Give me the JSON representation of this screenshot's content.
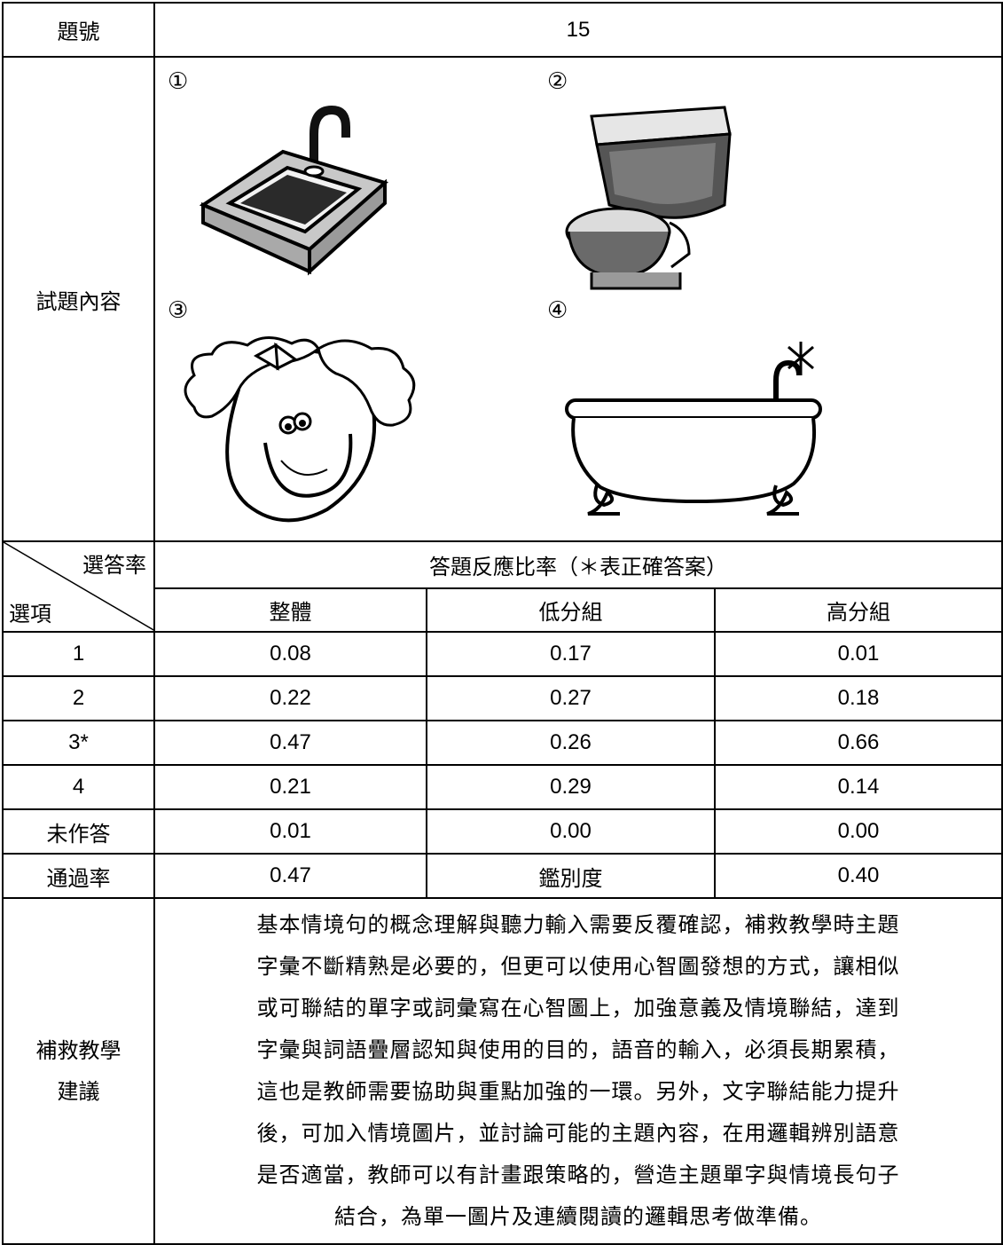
{
  "item": {
    "label": "題號",
    "value": "15"
  },
  "content": {
    "label": "試題內容",
    "options": [
      {
        "mark": "①",
        "icon": "sink-icon"
      },
      {
        "mark": "②",
        "icon": "toilet-icon"
      },
      {
        "mark": "③",
        "icon": "girl-face-icon"
      },
      {
        "mark": "④",
        "icon": "bathtub-icon"
      }
    ]
  },
  "stats": {
    "diag_top": "選答率",
    "diag_bottom": "選項",
    "header": "答題反應比率（＊表正確答案）",
    "columns": [
      "整體",
      "低分組",
      "高分組"
    ],
    "rows": [
      {
        "option": "1",
        "all": "0.08",
        "low": "0.17",
        "high": "0.01"
      },
      {
        "option": "2",
        "all": "0.22",
        "low": "0.27",
        "high": "0.18"
      },
      {
        "option": "3*",
        "all": "0.47",
        "low": "0.26",
        "high": "0.66"
      },
      {
        "option": "4",
        "all": "0.21",
        "low": "0.29",
        "high": "0.14"
      },
      {
        "option": "未作答",
        "all": "0.01",
        "low": "0.00",
        "high": "0.00"
      }
    ],
    "pass_row": {
      "label": "通過率",
      "pass_rate": "0.47",
      "disc_label": "鑑別度",
      "disc_value": "0.40"
    }
  },
  "remedial": {
    "label_line1": "補救教學",
    "label_line2": "建議",
    "lines": [
      "基本情境句的概念理解與聽力輸入需要反覆確認，補救教學時主題",
      "字彙不斷精熟是必要的，但更可以使用心智圖發想的方式，讓相似",
      "或可聯結的單字或詞彙寫在心智圖上，加強意義及情境聯結，達到",
      "字彙與詞語疊層認知與使用的目的，語音的輸入，必須長期累積，",
      "這也是教師需要協助與重點加強的一環。另外，文字聯結能力提升",
      "後，可加入情境圖片，並討論可能的主題內容，在用邏輯辨別語意",
      "是否適當，教師可以有計畫跟策略的，營造主題單字與情境長句子",
      "結合，為單一圖片及連續閱讀的邏輯思考做準備。"
    ]
  }
}
